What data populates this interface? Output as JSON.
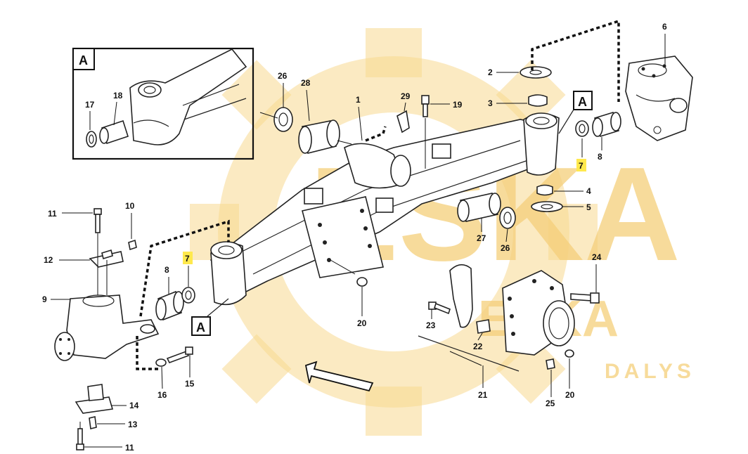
{
  "diagram": {
    "watermark": {
      "brand": "ESKA",
      "line1": "ESKA",
      "line2": "DALYS",
      "color": "#f5cf7a"
    },
    "detail_label": "A",
    "view_labels": [
      "A",
      "A",
      "A"
    ],
    "callouts": {
      "c1": "1",
      "c2": "2",
      "c3": "3",
      "c4": "4",
      "c5": "5",
      "c6": "6",
      "c7a": "7",
      "c7b": "7",
      "c8a": "8",
      "c8b": "8",
      "c9": "9",
      "c10": "10",
      "c11a": "11",
      "c11b": "11",
      "c12": "12",
      "c13": "13",
      "c14": "14",
      "c15": "15",
      "c16": "16",
      "c17": "17",
      "c18": "18",
      "c19": "19",
      "c20a": "20",
      "c20b": "20",
      "c21": "21",
      "c22": "22",
      "c23": "23",
      "c24": "24",
      "c25": "25",
      "c26a": "26",
      "c26b": "26",
      "c27": "27",
      "c28": "28",
      "c29": "29"
    },
    "highlight_color": "#ffe94d"
  }
}
